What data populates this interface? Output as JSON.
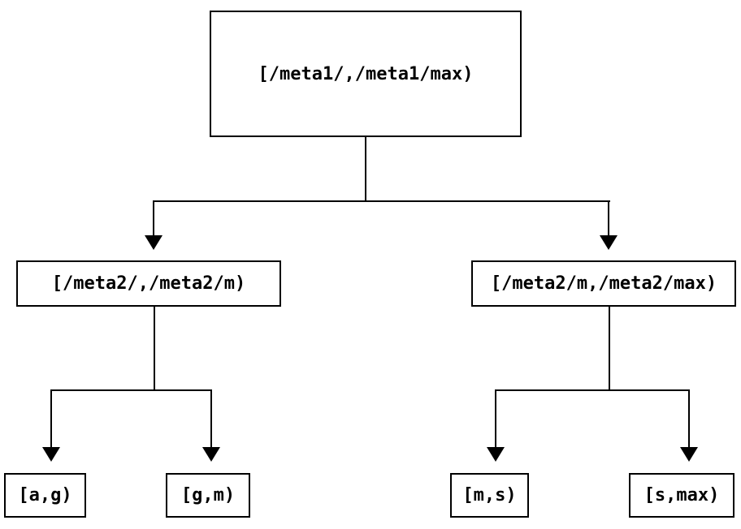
{
  "diagram": {
    "type": "binary-interval-tree",
    "root": {
      "label": "[/meta1/,/meta1/max)"
    },
    "level1": [
      {
        "label": "[/meta2/,/meta2/m)"
      },
      {
        "label": "[/meta2/m,/meta2/max)"
      }
    ],
    "leaves": [
      {
        "label": "[a,g)"
      },
      {
        "label": "[g,m)"
      },
      {
        "label": "[m,s)"
      },
      {
        "label": "[s,max)"
      }
    ]
  },
  "colors": {
    "ink": "#000000",
    "background": "#ffffff"
  }
}
